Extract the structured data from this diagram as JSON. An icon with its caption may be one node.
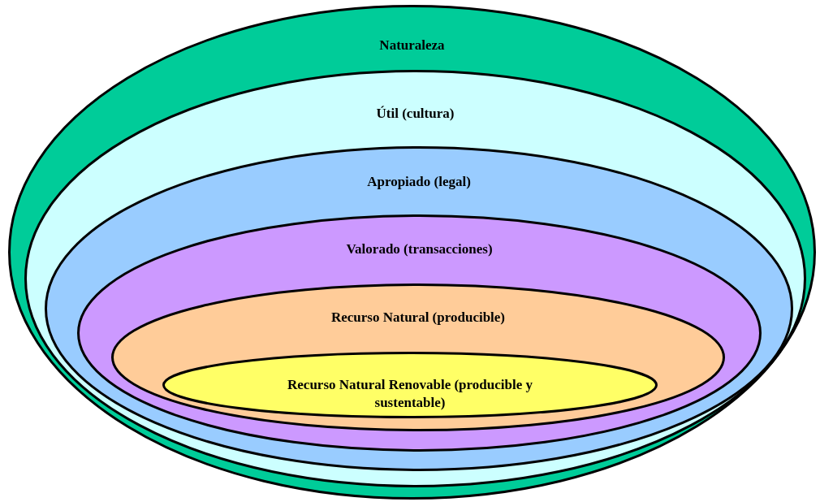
{
  "diagram": {
    "nodes": [
      {
        "text": [
          "Naturaleza"
        ]
      },
      {
        "text": [
          "Útil (cultura)"
        ],
        "in": 0
      },
      {
        "text": [
          "Apropiado (legal)"
        ],
        "in": 1
      },
      {
        "text": [
          "Valorado (transacciones)"
        ],
        "in": 2
      },
      {
        "text": [
          "Recurso Natural (producible)"
        ],
        "in": 3
      },
      {
        "text": [
          "Recurso Natural Renovable (producible y sustentable)"
        ],
        "in": 4
      }
    ]
  }
}
